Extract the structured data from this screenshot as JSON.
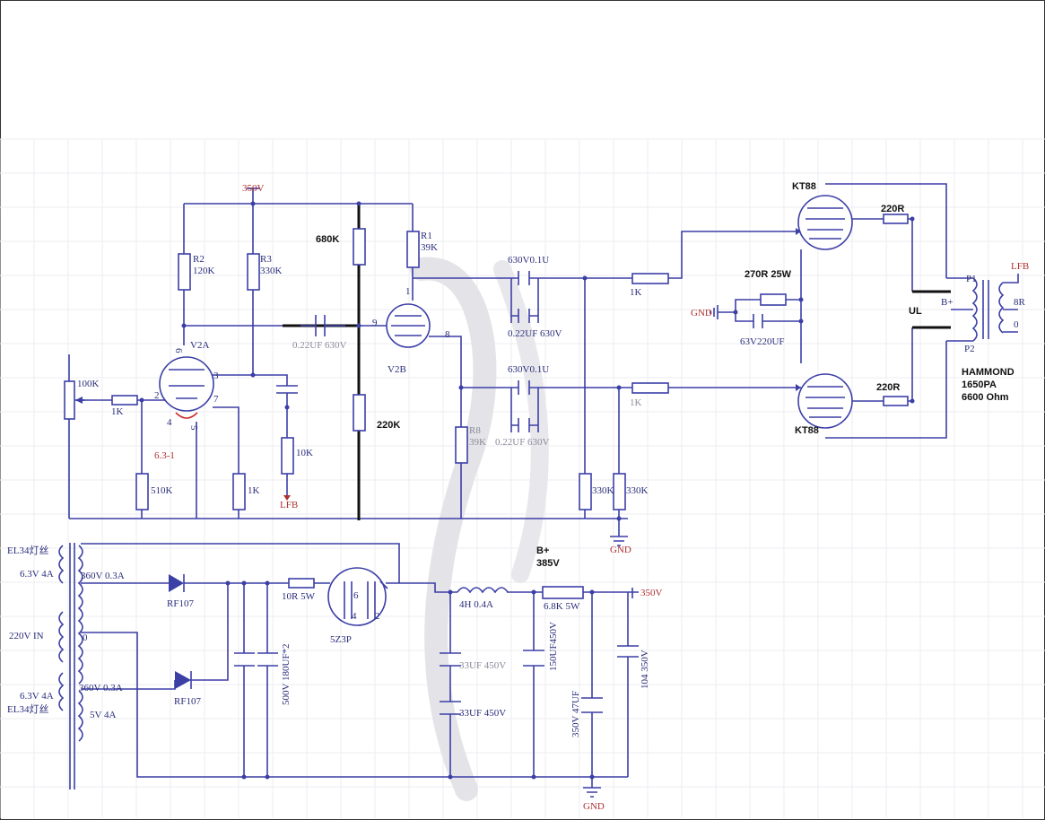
{
  "labels": {
    "v350_top": "350V",
    "r2": "R2",
    "r2_val": "120K",
    "r3": "R3",
    "r3_val": "330K",
    "r_680k": "680K",
    "r1": "R1",
    "r1_val": "39K",
    "v2a": "V2A",
    "pin6": "6",
    "pin3": "3",
    "pin2": "2",
    "pin7": "7",
    "pin4": "4",
    "pin5": "5",
    "pot": "100K",
    "r_1k_in": "1K",
    "heater": "6.3-1",
    "r_510k": "510K",
    "r_1k_cath": "1K",
    "r_10k": "10K",
    "lfb": "LFB",
    "cap_coupling": "0.22UF 630V",
    "pin9": "9",
    "pin1": "1",
    "pin8": "8",
    "v2b": "V2B",
    "r_220k": "220K",
    "r8": "R8",
    "r8_val": "39K",
    "cap1_top": "630V0.1U",
    "cap1_bot": "0.22UF 630V",
    "cap2_top": "630V0.1U",
    "cap2_bot": "0.22UF 630V",
    "r_grid1": "1K",
    "r_grid2": "1K",
    "r_330k_a": "330K",
    "r_330k_b": "330K",
    "gnd_amp": "GND",
    "kt88_top": "KT88",
    "kt88_bot": "KT88",
    "r_220r_top": "220R",
    "r_220r_bot": "220R",
    "r_270r": "270R 25W",
    "gnd_bias": "GND",
    "cap_bias": "63V220UF",
    "ul": "UL",
    "bplus_ot": "B+",
    "p1": "P1",
    "p2": "P2",
    "lfb_ot": "LFB",
    "ohm8": "8R",
    "ohm0": "0",
    "hammond1": "HAMMOND",
    "hammond2": "1650PA",
    "hammond3": "6600 Ohm",
    "pt_el34_1": "EL34灯丝",
    "pt_63v_1": "6.3V 4A",
    "pt_360v_1": "360V 0.3A",
    "pt_220v": "220V IN",
    "pt_0": "0",
    "pt_360v_2": "360V 0.3A",
    "pt_63v_2": "6.3V 4A",
    "pt_el34_2": "EL34灯丝",
    "pt_5v": "5V 4A",
    "d1": "RF107",
    "d2": "RF107",
    "r_10r": "10R 5W",
    "cap_180": "500V 180UF*2",
    "rect": "5Z3P",
    "rect_pin6": "6",
    "rect_pin4": "4",
    "rect_pin2": "2",
    "choke": "4H 0.4A",
    "cap_33_1": "33UF 450V",
    "cap_33_2": "33UF 450V",
    "cap_150": "150UF450V",
    "bplus": "B+",
    "v385": "385V",
    "r_68k": "6.8K 5W",
    "v350_ps": "350V",
    "cap_47": "350V 47UF",
    "cap_104": "104 350V",
    "gnd_ps": "GND"
  }
}
